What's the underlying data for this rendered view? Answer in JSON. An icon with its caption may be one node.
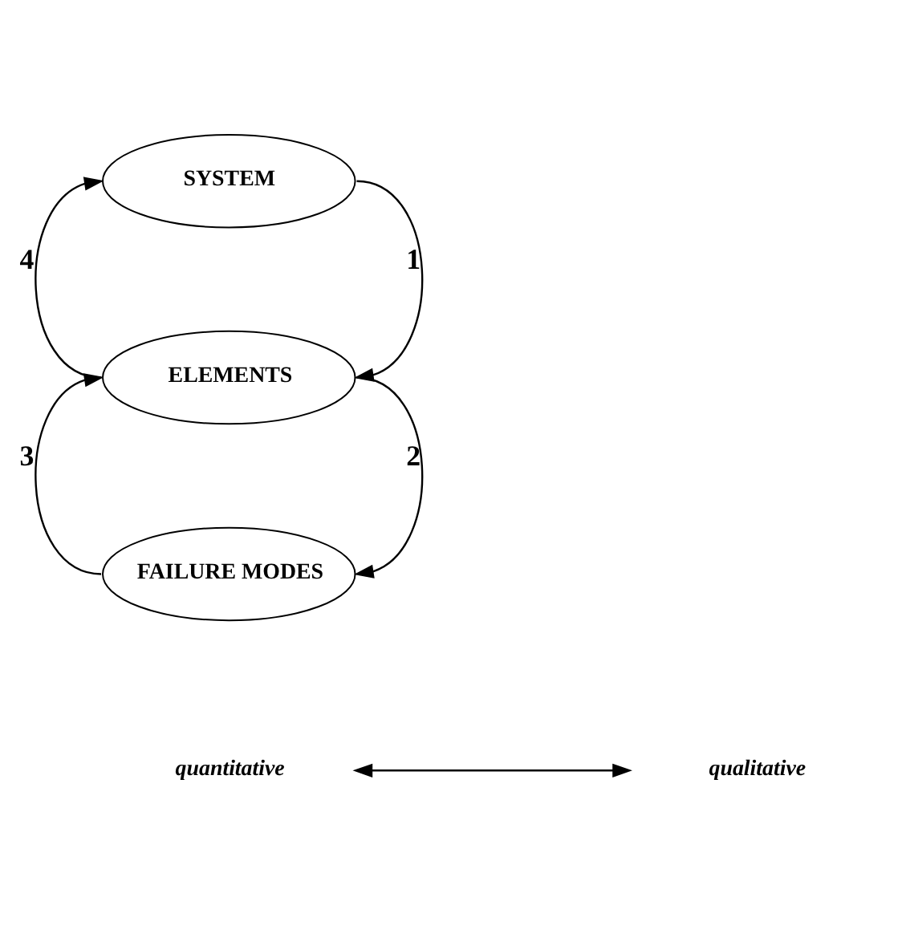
{
  "diagram": {
    "nodes": [
      {
        "text": [
          "SYSTEM"
        ]
      },
      {
        "text": [
          "ELEMENTS"
        ]
      },
      {
        "text": [
          "FAILURE MODES"
        ]
      }
    ],
    "edges": [
      {
        "from": 0,
        "to": 1,
        "arrow": "to",
        "label": "1"
      },
      {
        "from": 1,
        "to": 2,
        "arrow": "to",
        "label": "2"
      },
      {
        "from": 2,
        "to": 1,
        "arrow": "to",
        "label": "3"
      },
      {
        "from": 1,
        "to": 0,
        "arrow": "to",
        "label": "4"
      }
    ],
    "labels": [
      "quantitative",
      "qualitative"
    ]
  }
}
